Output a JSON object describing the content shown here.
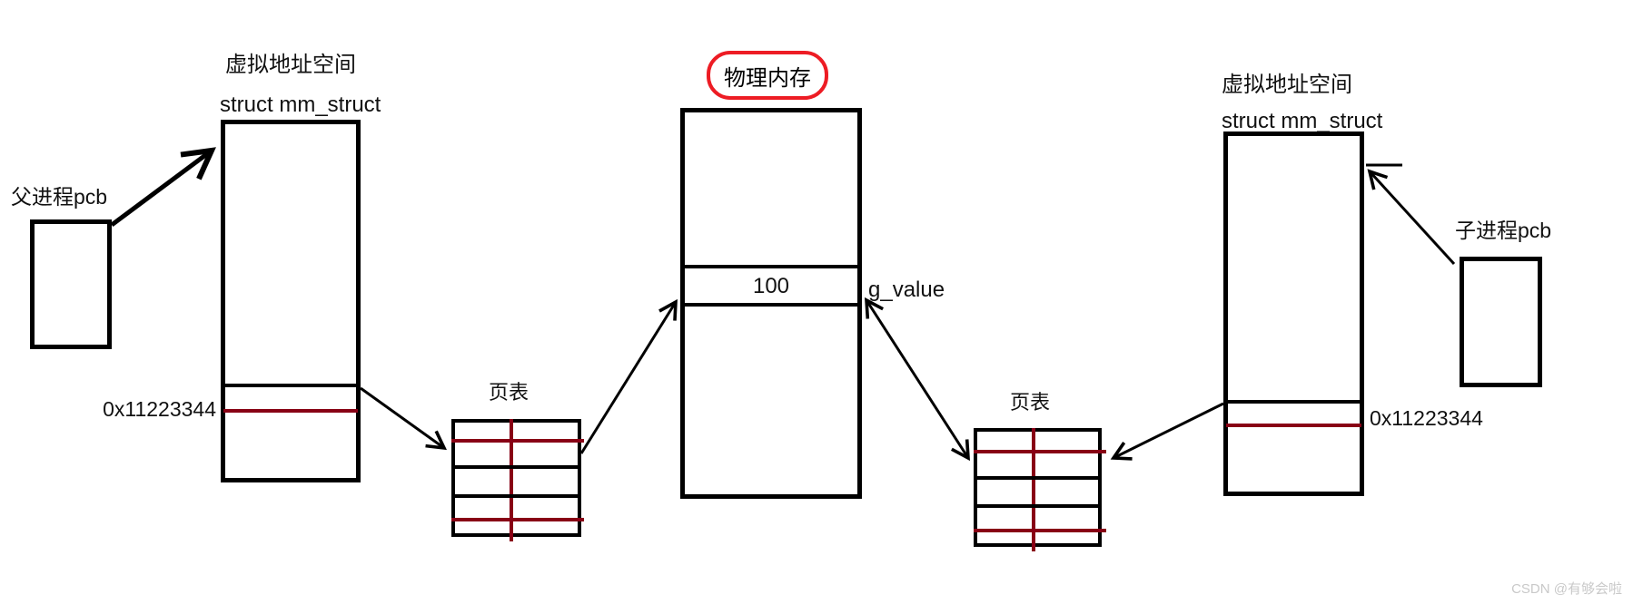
{
  "left": {
    "vas_label": "虚拟地址空间",
    "mm_label": "struct mm_struct",
    "pcb_label": "父进程pcb",
    "address": "0x11223344",
    "page_table_label": "页表"
  },
  "center": {
    "memory_label": "物理内存",
    "cell_value": "100",
    "value_name": "g_value"
  },
  "right": {
    "vas_label": "虚拟地址空间",
    "mm_label": "struct mm_struct",
    "pcb_label": "子进程pcb",
    "address": "0x11223344",
    "page_table_label": "页表"
  },
  "watermark": "CSDN @有够会啦",
  "colors": {
    "line": "#000000",
    "dark_red": "#880015",
    "highlight_red": "#ed1c24",
    "watermark_gray": "#c9c9c9"
  }
}
